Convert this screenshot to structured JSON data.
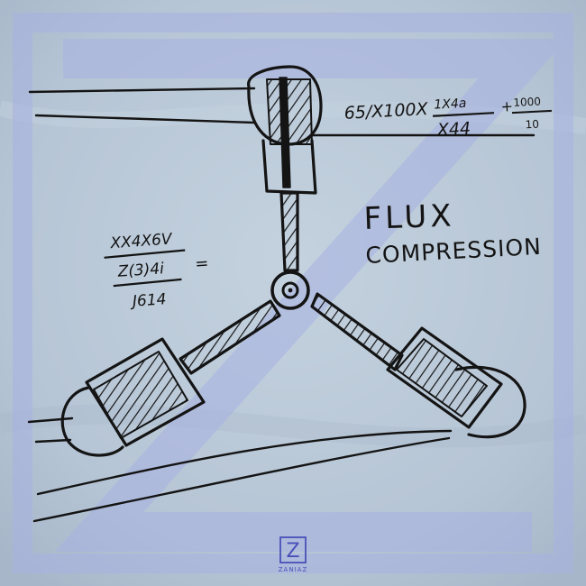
{
  "sketch": {
    "heading_line1": "FLUX",
    "heading_line2": "COMPRESSION",
    "formula_top": {
      "lead": "65/X100X",
      "numerator": "1X4a",
      "denominator": "X44",
      "plus": "+",
      "fraction_num": "1000",
      "fraction_den": "10"
    },
    "formula_left": {
      "line1": "XX4X6V",
      "line2": "Z(3)4i",
      "equals": "=",
      "line3": "J614"
    }
  },
  "watermark": {
    "letter": "Z",
    "label": "ZANIAZ"
  },
  "colors": {
    "paper": "#b7c6d6",
    "ink": "#141414",
    "watermark": "#4850b8",
    "overlay": "#a9b4e0"
  }
}
